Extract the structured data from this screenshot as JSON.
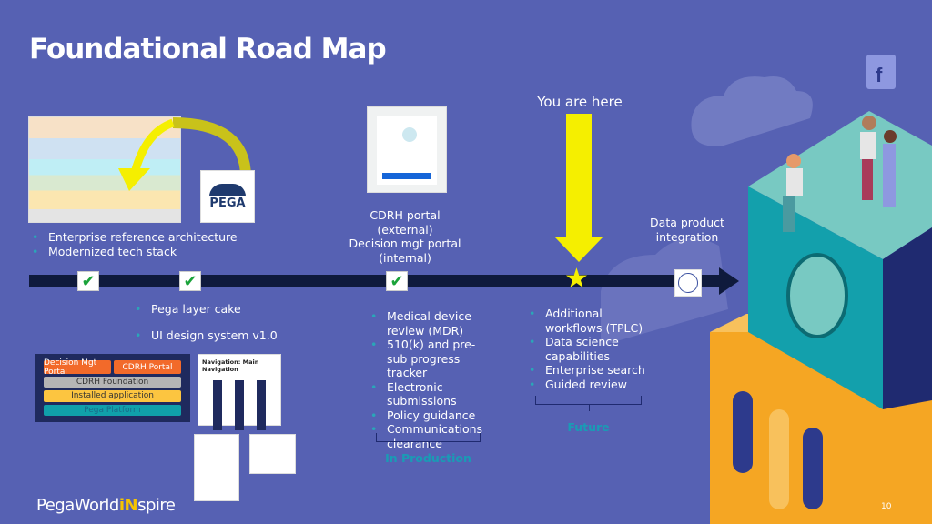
{
  "slide": {
    "title": "Foundational Road Map",
    "page_number": "10",
    "brand": {
      "part1": "PegaWorld",
      "part2": "iN",
      "part3": "spire"
    }
  },
  "milestone1": {
    "bullets": [
      "Enterprise reference architecture",
      "Modernized tech stack"
    ],
    "logo": "PEGA"
  },
  "milestone2": {
    "bullets": [
      "Pega layer cake",
      "UI design system v1.0"
    ]
  },
  "layer_cake": {
    "layers": [
      "Decision Mgt Portal",
      "CDRH Portal",
      "CDRH Foundation",
      "Installed application",
      "Pega Platform"
    ]
  },
  "nav_thumb": {
    "title": "Navigation: Main Navigation"
  },
  "milestone3": {
    "bullets": [
      "CDRH portal (external)",
      "Decision mgt portal (internal)"
    ]
  },
  "in_production": {
    "bullets": [
      "Medical device review (MDR)",
      "510(k) and pre-sub progress tracker",
      "Electronic submissions",
      "Policy guidance",
      "Communications clearance"
    ],
    "label": "In Production"
  },
  "you_are_here": "You are here",
  "future": {
    "bullets": [
      "Additional workflows (TPLC)",
      "Data science capabilities",
      "Enterprise search",
      "Guided review"
    ],
    "label": "Future"
  },
  "data_product": "Data product integration",
  "colors": {
    "background": "#5661b3",
    "arrow": "#f5ef00",
    "timeline": "#0f1a3c",
    "check": "#1aa33a",
    "teal": "#1a9bb5"
  }
}
